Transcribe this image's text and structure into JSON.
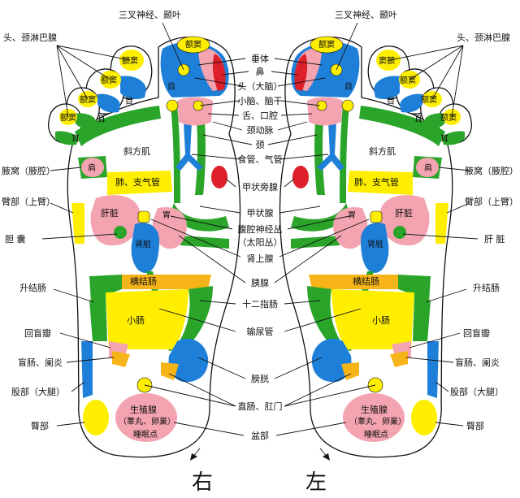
{
  "colors": {
    "yellow": "#ffee00",
    "green": "#2aa52a",
    "blue": "#1e7fd8",
    "pink": "#f4a4b0",
    "red": "#dd1f2a",
    "orange": "#f6b418",
    "outline": "#111111"
  },
  "labels": {
    "trigeminal_r": "三叉神经、颞叶",
    "trigeminal_l": "三叉神经、颞叶",
    "head_lymph_r": "头、颈淋巴腺",
    "head_lymph_l": "头、颈淋巴腺",
    "pituitary": "垂体",
    "nose": "鼻",
    "head_brain": "头（大脑）",
    "cerebellum": "小脑、脑干",
    "tongue_mouth": "舌、口腔",
    "carotid": "颈动脉",
    "neck": "颈",
    "esophagus": "食管、气管",
    "parathyroid": "甲状旁腺",
    "thyroid": "甲状腺",
    "solar_plexus": "腹腔神经丛",
    "solar_plexus_sub": "（太阳丛）",
    "adrenal": "肾上腺",
    "pancreas": "胰腺",
    "duodenum": "十二指肠",
    "ureter": "输尿管",
    "bladder": "膀胱",
    "rectum_anus": "直肠、肛门",
    "pelvis": "盆部",
    "armpit_r": "腋窝（腋腔）",
    "armpit_l": "腋窝（腋腔）",
    "upper_arm_r": "臂部（上臂）",
    "upper_arm_l": "臂部（上臂）",
    "gallbladder": "胆 囊",
    "liver_side": "肝 脏",
    "ascending_colon": "升结肠",
    "ileocecal_r": "回盲瓣",
    "ileocecal_l": "回盲瓣",
    "cecum_r": "盲肠、阑炎",
    "cecum_l": "盲肠、阑炎",
    "thigh_r": "股部（大腿）",
    "thigh_l": "股部（大腿）",
    "hip_r": "臀部",
    "hip_l": "臀部"
  },
  "zones": {
    "sinus": "额窦",
    "sinus_alt": "窦额",
    "eye": "目",
    "ear": "耳",
    "trapezius": "斜方肌",
    "shoulder": "肩",
    "lung": "肺、支气管",
    "liver": "肝脏",
    "stomach": "胃",
    "kidney": "肾脏",
    "transverse_colon": "横结肠",
    "small_intestine": "小肠",
    "genital": "生殖腺",
    "genital_sub": "（睾丸、卵巢）",
    "sleep": "睡眠点"
  },
  "feet": {
    "right": "右",
    "left": "左"
  }
}
